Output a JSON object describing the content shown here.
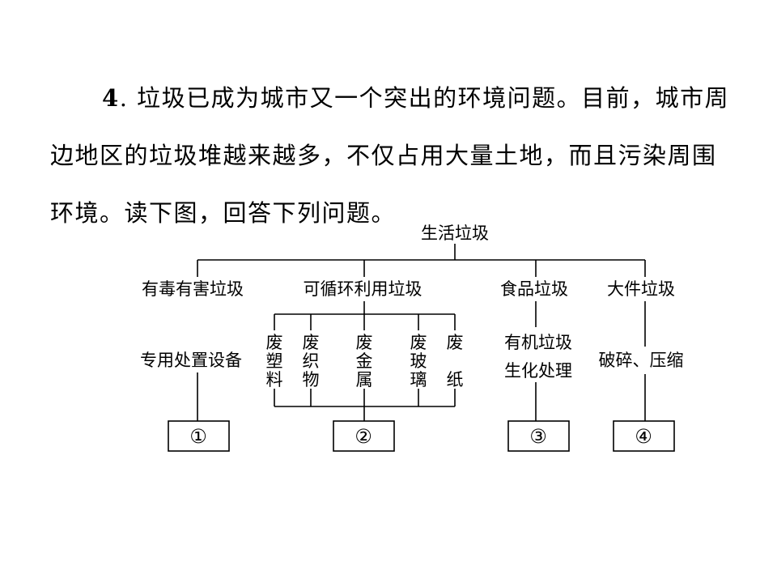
{
  "question": {
    "number": "4",
    "number_suffix": ". ",
    "text": "垃圾已成为城市又一个突出的环境问题。目前，城市周边地区的垃圾堆越来越多，不仅占用大量土地，而且污染周围环境。读下图，回答下列问题。"
  },
  "diagram": {
    "root": "生活垃圾",
    "categories": [
      {
        "label": "有毒有害垃圾",
        "treatment": "专用处置设备",
        "box": "①"
      },
      {
        "label": "可循环利用垃圾",
        "box": "②",
        "items": [
          "废塑料",
          "废织物",
          "废金属",
          "废玻璃",
          "废纸"
        ]
      },
      {
        "label": "食品垃圾",
        "treatment_lines": [
          "有机垃圾",
          "生化处理"
        ],
        "box": "③"
      },
      {
        "label": "大件垃圾",
        "treatment": "破碎、压缩",
        "box": "④"
      }
    ]
  }
}
